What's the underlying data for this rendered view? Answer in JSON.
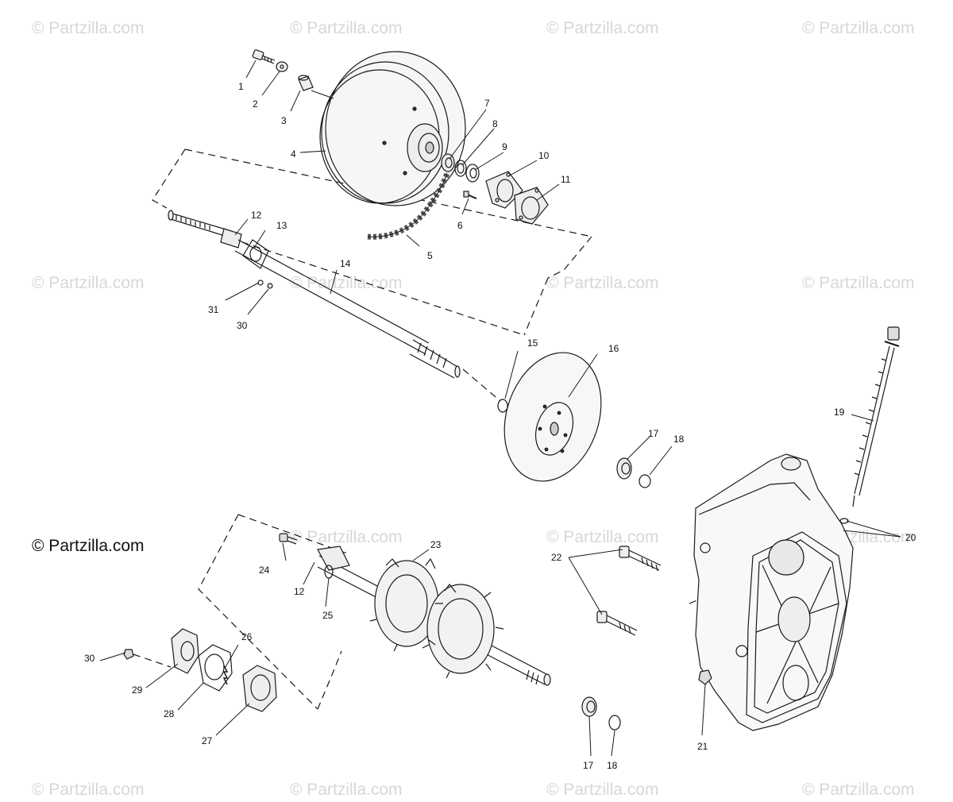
{
  "watermark": "© Partzilla.com",
  "brand_label": "© Partzilla.com",
  "callouts": {
    "c1": "1",
    "c2": "2",
    "c3": "3",
    "c4": "4",
    "c5": "5",
    "c6": "6",
    "c7": "7",
    "c8": "8",
    "c9": "9",
    "c10": "10",
    "c11": "11",
    "c12a": "12",
    "c12b": "12",
    "c13": "13",
    "c14": "14",
    "c15": "15",
    "c16": "16",
    "c17a": "17",
    "c17b": "17",
    "c18a": "18",
    "c18b": "18",
    "c19": "19",
    "c20": "20",
    "c21": "21",
    "c22": "22",
    "c23": "23",
    "c24": "24",
    "c25": "25",
    "c26": "26",
    "c27": "27",
    "c28": "28",
    "c29": "29",
    "c30a": "30",
    "c30b": "30",
    "c31": "31"
  },
  "colors": {
    "line": "#1a1a1a",
    "watermark": "#d7d7d7",
    "part_fill": "#f4f4f4"
  }
}
